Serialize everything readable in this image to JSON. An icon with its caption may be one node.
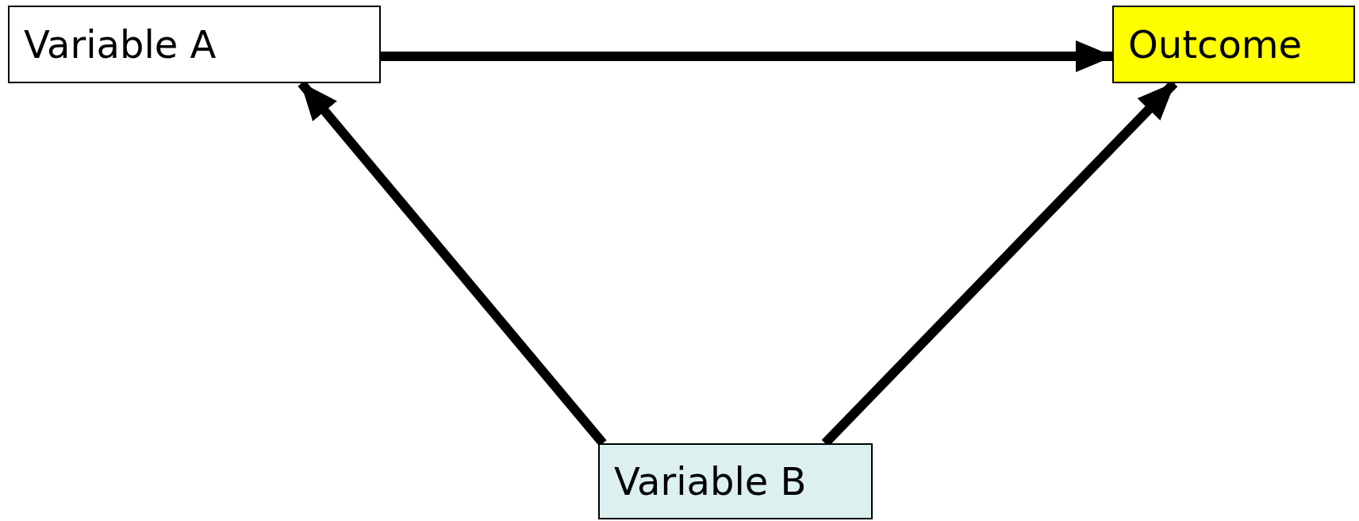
{
  "diagram": {
    "nodes": [
      {
        "text": [
          "Variable A"
        ]
      },
      {
        "text": [
          "Outcome"
        ]
      },
      {
        "text": [
          "Variable B"
        ]
      }
    ],
    "edges": [
      {
        "from": 0,
        "to": 1,
        "arrow": "to"
      },
      {
        "from": 2,
        "to": 0,
        "arrow": "to"
      },
      {
        "from": 2,
        "to": 1,
        "arrow": "to"
      }
    ]
  }
}
